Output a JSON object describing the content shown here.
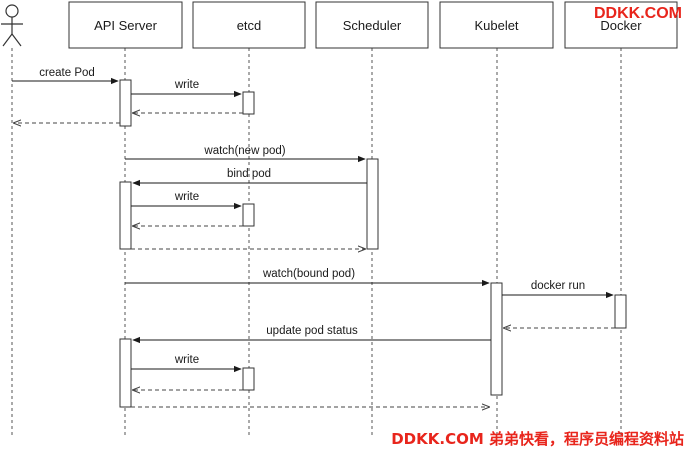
{
  "participants": [
    {
      "id": "user",
      "label": "",
      "kind": "actor"
    },
    {
      "id": "api",
      "label": "API Server",
      "kind": "box"
    },
    {
      "id": "etcd",
      "label": "etcd",
      "kind": "box"
    },
    {
      "id": "scheduler",
      "label": "Scheduler",
      "kind": "box"
    },
    {
      "id": "kubelet",
      "label": "Kubelet",
      "kind": "box"
    },
    {
      "id": "docker",
      "label": "Docker",
      "kind": "box"
    }
  ],
  "messages": [
    {
      "label": "create Pod",
      "style": "sync"
    },
    {
      "label": "write",
      "style": "sync"
    },
    {
      "label": "",
      "style": "return"
    },
    {
      "label": "",
      "style": "return"
    },
    {
      "label": "watch(new pod)",
      "style": "sync"
    },
    {
      "label": "bind pod",
      "style": "sync"
    },
    {
      "label": "write",
      "style": "sync"
    },
    {
      "label": "",
      "style": "return"
    },
    {
      "label": "",
      "style": "return"
    },
    {
      "label": "watch(bound pod)",
      "style": "sync"
    },
    {
      "label": "docker run",
      "style": "sync"
    },
    {
      "label": "",
      "style": "return"
    },
    {
      "label": "update pod status",
      "style": "sync"
    },
    {
      "label": "write",
      "style": "sync"
    },
    {
      "label": "",
      "style": "return"
    },
    {
      "label": "",
      "style": "return"
    }
  ],
  "watermark": {
    "top": "DDKK.COM",
    "bottom": "DDKK.COM 弟弟快看，程序员编程资料站"
  },
  "colors": {
    "watermark": "#e8251c",
    "line": "#333333"
  }
}
